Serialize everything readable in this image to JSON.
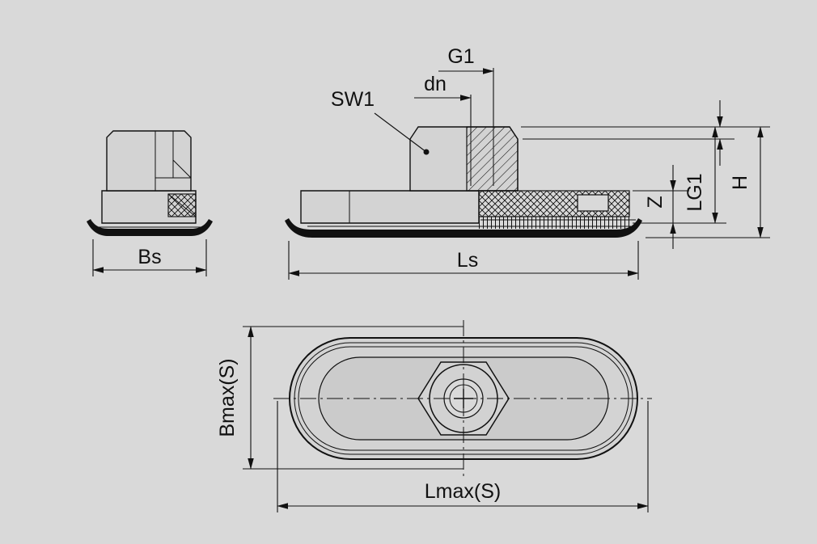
{
  "diagram": {
    "labels": {
      "g1": "G1",
      "dn": "dn",
      "sw1": "SW1",
      "bs": "Bs",
      "ls": "Ls",
      "z": "Z",
      "lg1": "LG1",
      "h": "H",
      "bmax": "Bmax(S)",
      "lmax": "Lmax(S)"
    },
    "colors": {
      "background": "#d9d9d9",
      "line": "#111111",
      "part_fill": "#d3d3d3",
      "part_fill_dark": "#cbcbcb",
      "circle_fill": "#d2d2d2",
      "channel_fill": "#d9d9d9",
      "section_black": "#111111"
    }
  }
}
